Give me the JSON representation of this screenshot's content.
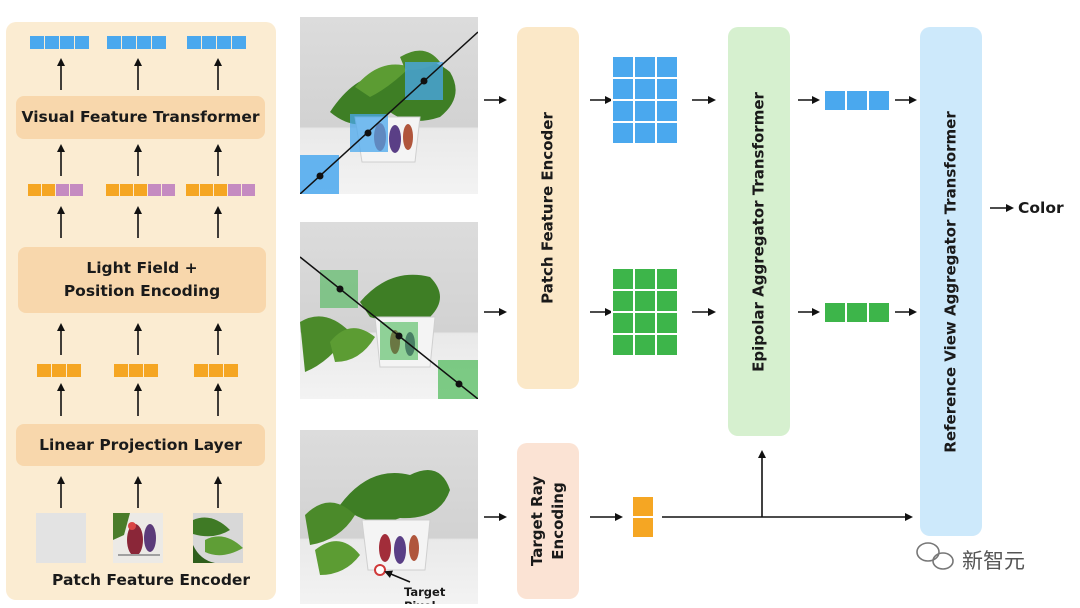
{
  "left_panel": {
    "visual_feature_transformer": "Visual Feature Transformer",
    "light_field_line1": "Light Field +",
    "light_field_line2": "Position Encoding",
    "linear_projection": "Linear Projection Layer",
    "patch_feature_encoder_caption": "Patch Feature Encoder"
  },
  "main": {
    "patch_feature_encoder": "Patch Feature Encoder",
    "epipolar_aggregator": "Epipolar Aggregator Transformer",
    "reference_view_aggregator": "Reference View Aggregator Transformer",
    "target_ray_line1": "Target Ray",
    "target_ray_line2": "Encoding",
    "target_pixel": "Target Pixel",
    "output": "Color"
  },
  "watermark": "新智元",
  "colors": {
    "blue_token": "#4aa8ee",
    "green_token": "#3db54a",
    "orange_token": "#f5a623",
    "purple_token": "#c58bc1",
    "peach_box": "#f8d7ac",
    "left_panel_bg": "#fbecd2",
    "green_box": "#d6f0cf",
    "blue_box": "#cde9fb",
    "target_box": "#fbe3d4"
  }
}
